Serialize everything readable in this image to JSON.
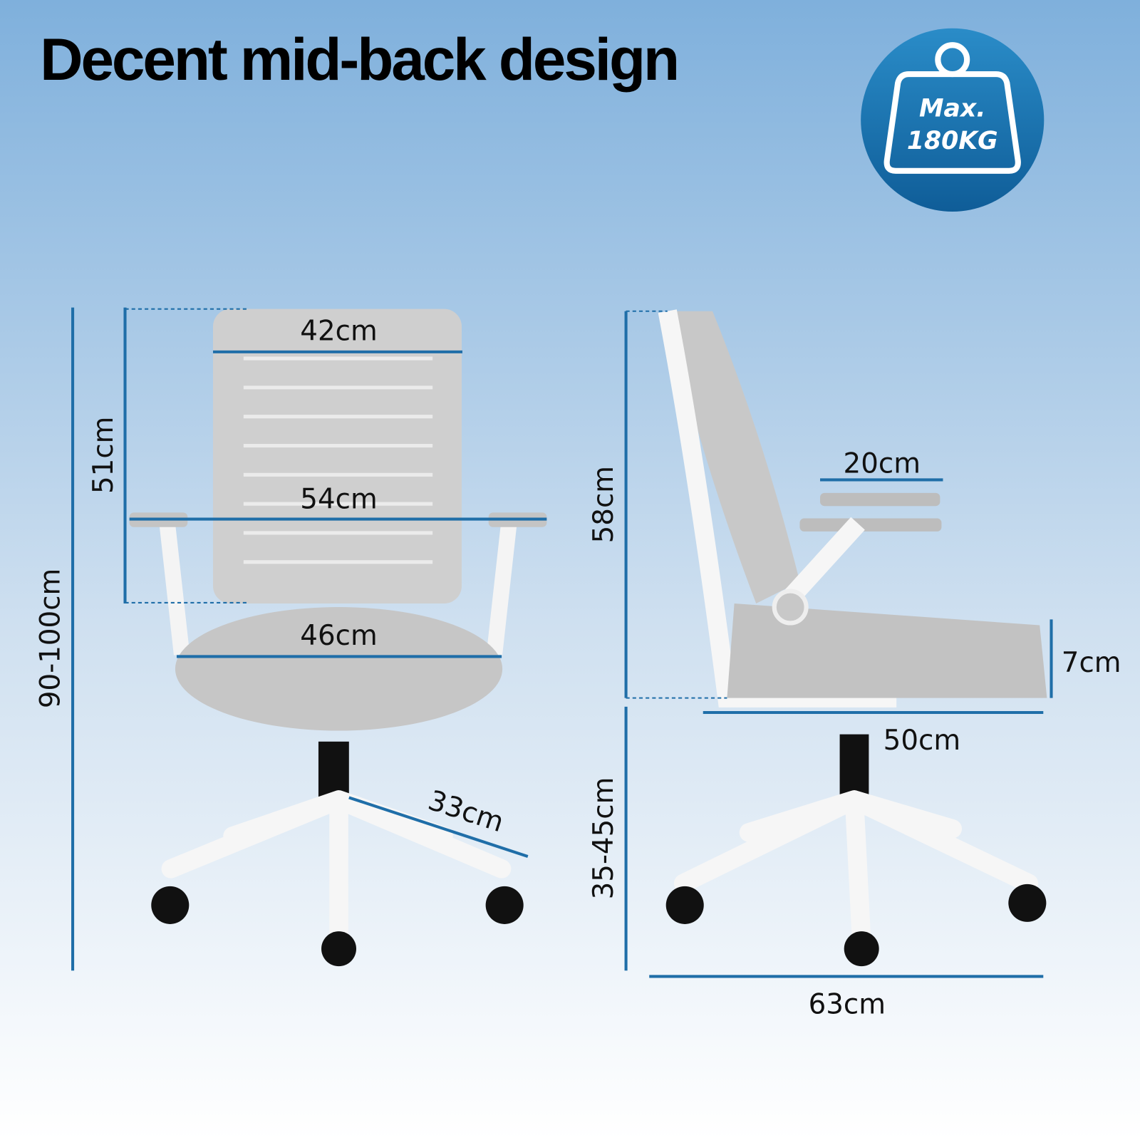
{
  "title": "Decent mid-back design",
  "badge": {
    "line1": "Max.",
    "line2": "180KG",
    "color": "#1a72ad"
  },
  "colors": {
    "dimension_line": "#1f6ea8",
    "background_top": "#7fb0dc",
    "background_bottom": "#ffffff"
  },
  "front_view": {
    "backrest_width": "42cm",
    "backrest_height": "51cm",
    "armrest_width": "54cm",
    "seat_width": "46cm",
    "total_height": "90-100cm",
    "base_leg": "33cm"
  },
  "side_view": {
    "backrest_height": "58cm",
    "armrest_length": "20cm",
    "seat_thickness": "7cm",
    "seat_depth": "50cm",
    "seat_height": "35-45cm",
    "base_depth": "63cm"
  }
}
